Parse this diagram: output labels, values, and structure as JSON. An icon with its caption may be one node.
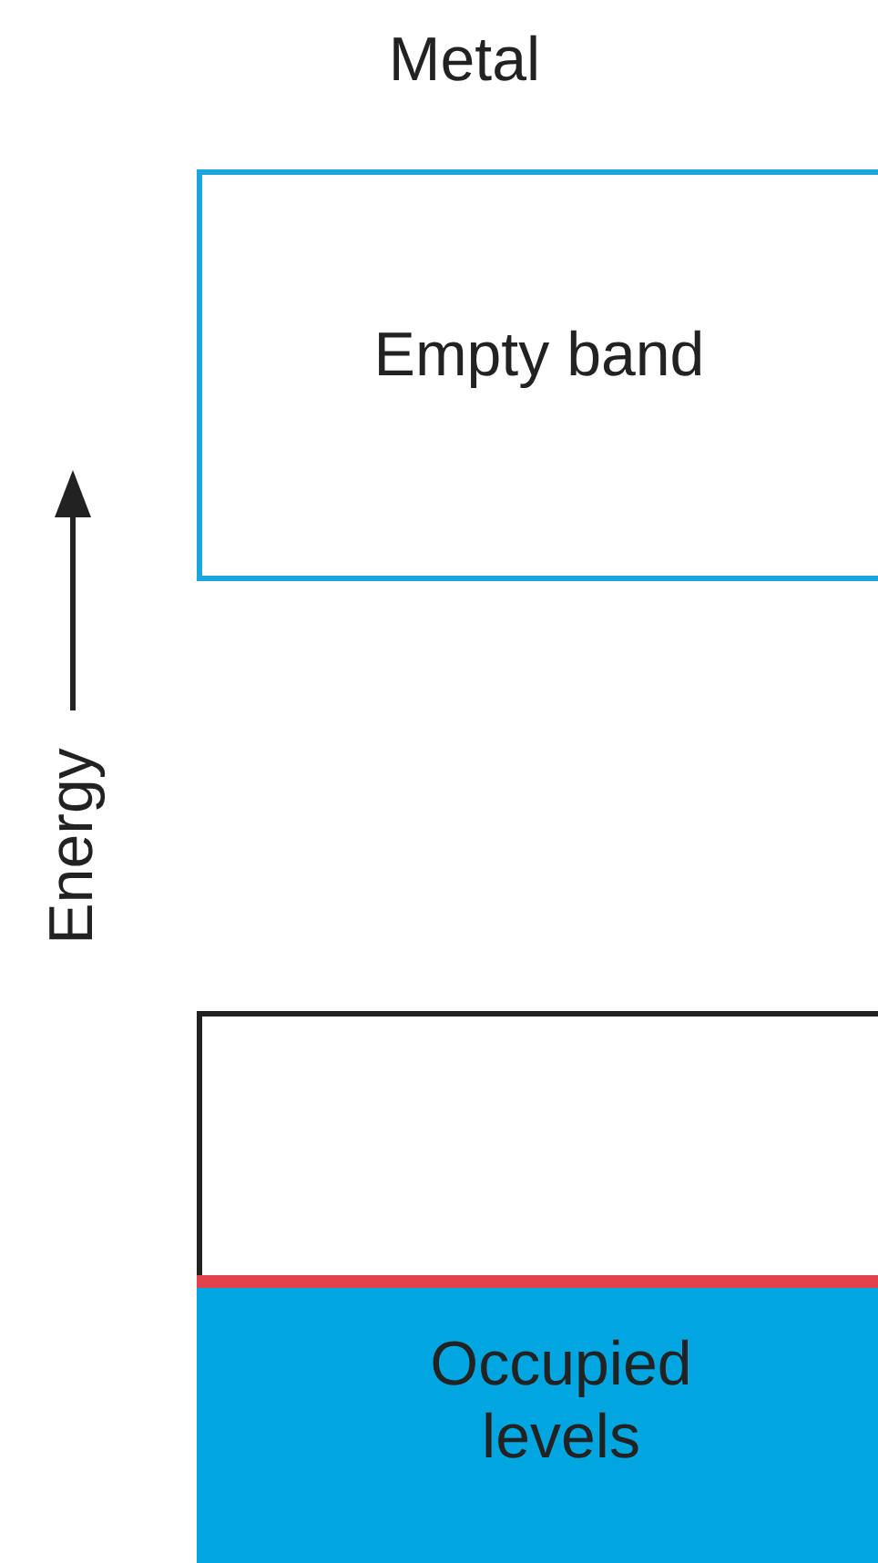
{
  "diagram": {
    "title": "Metal",
    "nodes": [
      {
        "text": [
          "Empty band"
        ]
      },
      {
        "text": [],
        "shape": "box"
      },
      {
        "text": [
          "Occupied levels"
        ],
        "in": 1
      }
    ],
    "labels": [
      "Energy"
    ]
  }
}
